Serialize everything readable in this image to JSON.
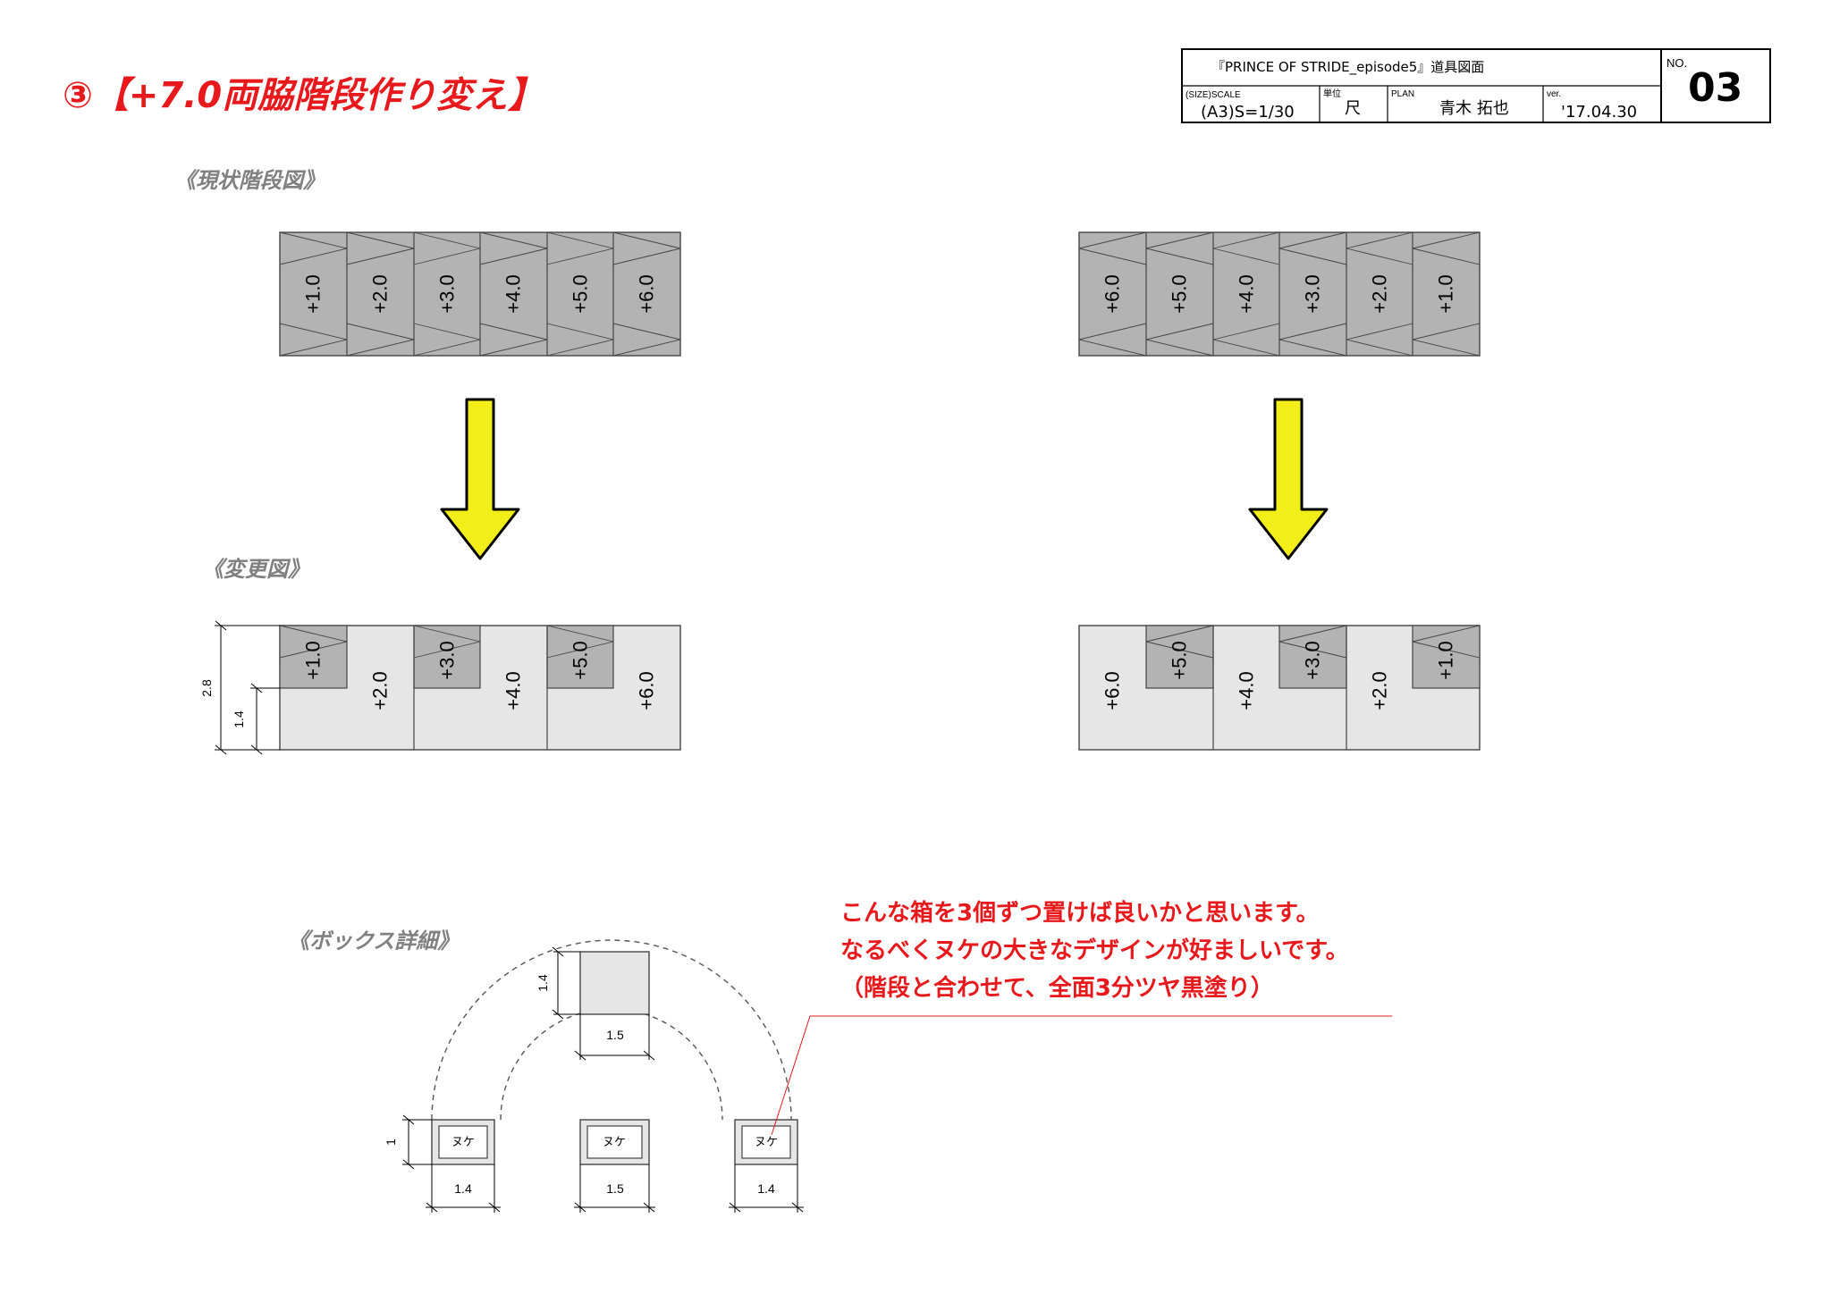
{
  "title": "③【+7.0両脇階段作り変え】",
  "title_block": {
    "project": "『PRINCE OF STRIDE_episode5』道具図面",
    "size_scale_label": "(SIZE)SCALE",
    "size_scale_value": "(A3)S=1/30",
    "unit_label": "単位",
    "unit_value": "尺",
    "plan_label": "PLAN",
    "plan_value": "青木 拓也",
    "ver_label": "ver.",
    "ver_value": "'17.04.30",
    "no_label": "NO.",
    "no_value": "03"
  },
  "sections": {
    "current": "《現状階段図》",
    "changed": "《変更図》",
    "box_detail": "《ボックス詳細》"
  },
  "current_left_steps": [
    "+1.0",
    "+2.0",
    "+3.0",
    "+4.0",
    "+5.0",
    "+6.0"
  ],
  "current_right_steps": [
    "+6.0",
    "+5.0",
    "+4.0",
    "+3.0",
    "+2.0",
    "+1.0"
  ],
  "changed_left_steps": [
    "+1.0",
    "+2.0",
    "+3.0",
    "+4.0",
    "+5.0",
    "+6.0"
  ],
  "changed_right_steps": [
    "+6.0",
    "+5.0",
    "+4.0",
    "+3.0",
    "+2.0",
    "+1.0"
  ],
  "changed_dims": {
    "total": "2.8",
    "half": "1.4"
  },
  "box_detail": {
    "top_height": "1.4",
    "top_width": "1.5",
    "box_height": "1",
    "box_label": "ヌケ",
    "left_width": "1.4",
    "center_width": "1.5",
    "right_width": "1.4"
  },
  "note_lines": [
    "こんな箱を3個ずつ置けば良いかと思います。",
    "なるべくヌケの大きなデザインが好ましいです。",
    "（階段と合わせて、全面3分ツヤ黒塗り）"
  ],
  "colors": {
    "title_red": "#e8191c",
    "note_red": "#e8191c",
    "step_dark": "#b3b3b3",
    "step_light": "#e6e6e6",
    "arrow_yellow": "#f2ee19",
    "heading_gray": "#808080"
  }
}
